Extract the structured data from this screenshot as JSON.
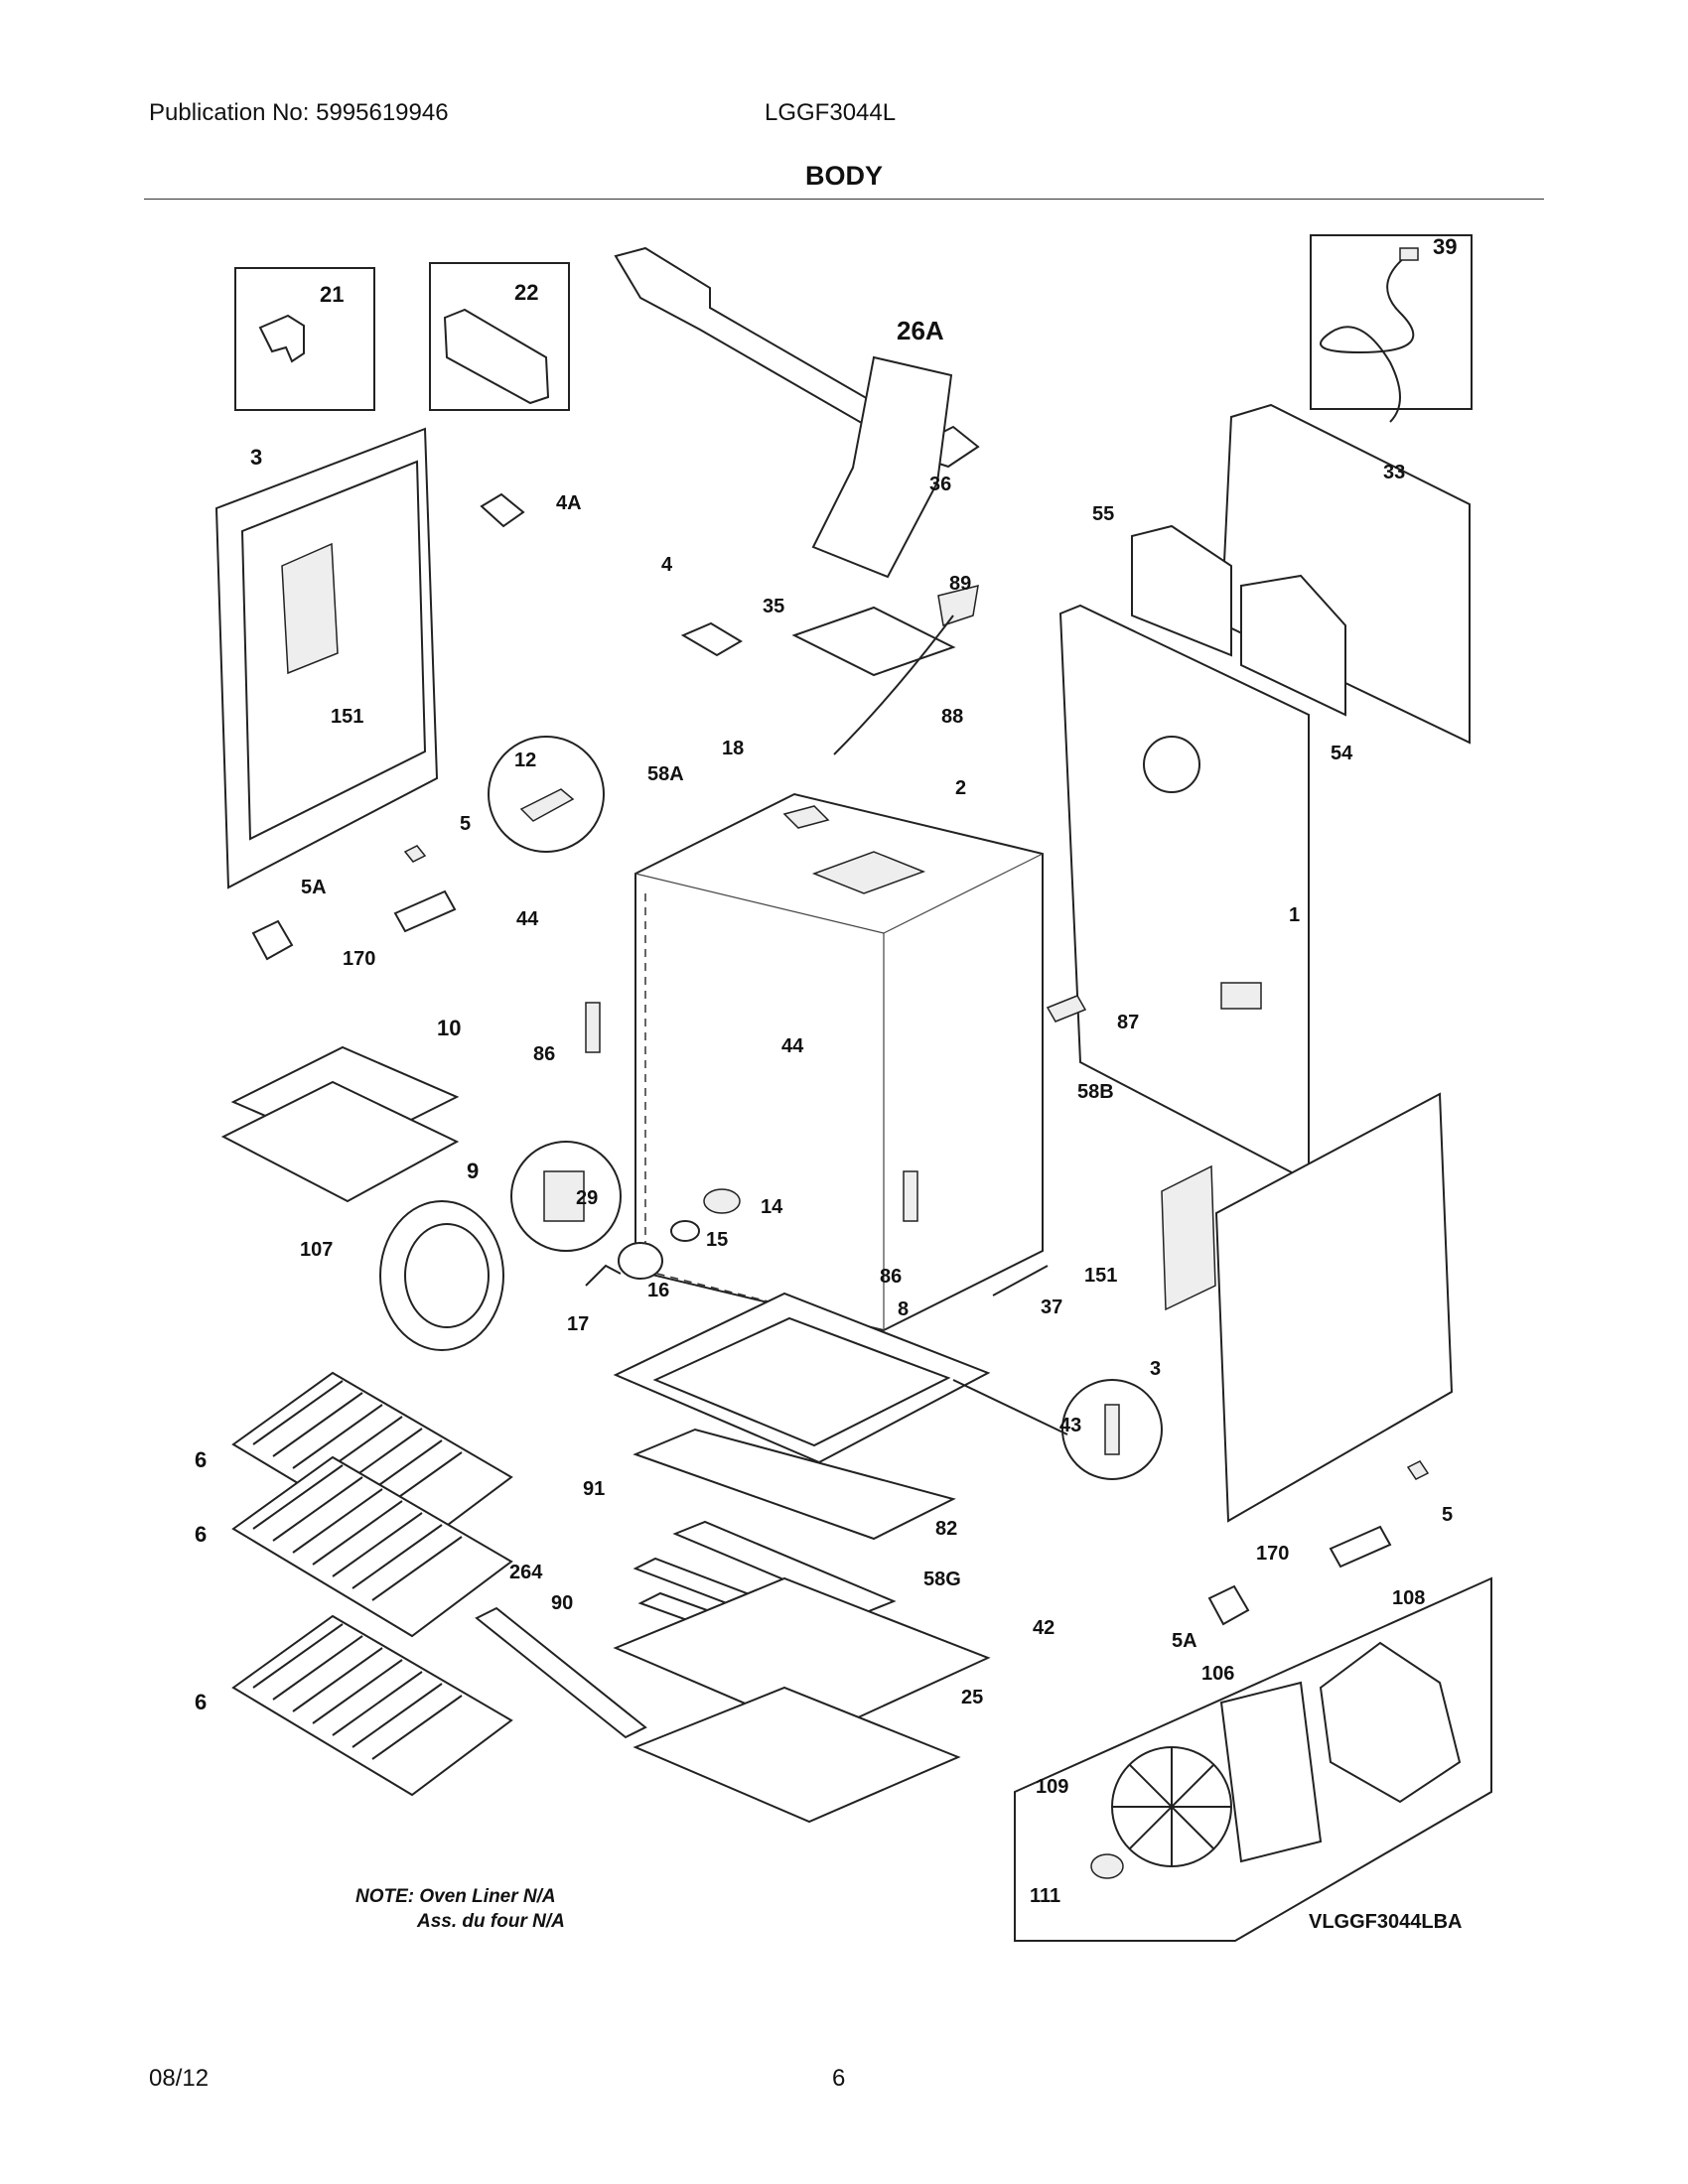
{
  "header": {
    "publication": "Publication No: 5995619946",
    "model": "LGGF3044L",
    "title": "BODY"
  },
  "callouts": [
    "21",
    "22",
    "26A",
    "39",
    "3",
    "4A",
    "36",
    "33",
    "55",
    "4",
    "35",
    "89",
    "151",
    "88",
    "54",
    "12",
    "18",
    "58A",
    "2",
    "5",
    "44",
    "1",
    "5A",
    "170",
    "87",
    "10",
    "86",
    "44",
    "58B",
    "9",
    "29",
    "14",
    "15",
    "86",
    "107",
    "16",
    "37",
    "151",
    "17",
    "8",
    "3",
    "43",
    "6",
    "6",
    "91",
    "82",
    "264",
    "58G",
    "90",
    "42",
    "6",
    "25",
    "5",
    "170",
    "5A",
    "108",
    "106",
    "109",
    "111"
  ],
  "note": {
    "line1": "NOTE: Oven Liner N/A",
    "line2": "Ass. du four N/A"
  },
  "diagram_code": "VLGGF3044LBA",
  "footer": {
    "date": "08/12",
    "page": "6"
  }
}
